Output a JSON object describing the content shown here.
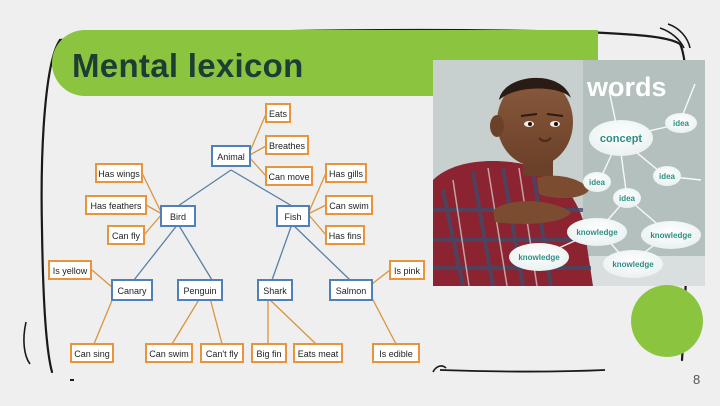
{
  "slide": {
    "title": "Mental lexicon",
    "page_number": "8"
  },
  "diagram": {
    "nodes": {
      "animal": "Animal",
      "eats": "Eats",
      "breathes": "Breathes",
      "can_move": "Can move",
      "bird": "Bird",
      "has_wings": "Has wings",
      "has_feathers": "Has feathers",
      "can_fly": "Can fly",
      "fish": "Fish",
      "has_gills": "Has gills",
      "can_swim_fish": "Can swim",
      "has_fins": "Has fins",
      "canary": "Canary",
      "is_yellow": "Is yellow",
      "can_sing": "Can sing",
      "penguin": "Penguin",
      "can_swim_penguin": "Can swim",
      "cant_fly": "Can't fly",
      "shark": "Shark",
      "big_fin": "Big fin",
      "eats_meat": "Eats meat",
      "salmon": "Salmon",
      "is_pink": "Is pink",
      "is_edible": "Is edible"
    }
  },
  "photo": {
    "word_cloud": {
      "title": "words",
      "concept": "concept",
      "idea_1": "idea",
      "idea_2": "idea",
      "idea_3": "idea",
      "idea_4": "idea",
      "knowledge_1": "knowledge",
      "knowledge_2": "knowledge",
      "knowledge_3": "knowledge",
      "knowledge_4": "knowledge"
    }
  },
  "colors": {
    "accent_green": "#8bc53f",
    "title_text": "#1e3d34",
    "concept_box_border": "#4f80b8",
    "feature_box_border": "#e8943b"
  }
}
